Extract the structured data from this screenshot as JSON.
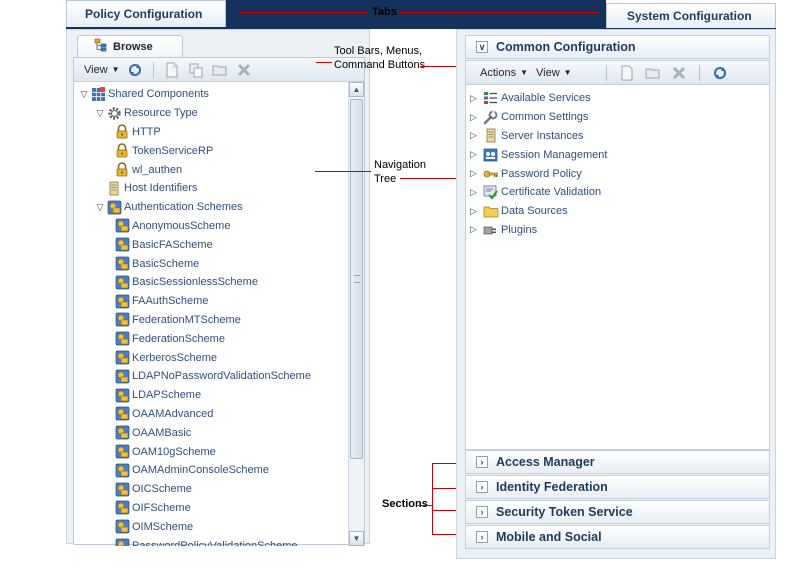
{
  "tabs": {
    "policy": "Policy Configuration",
    "system": "System Configuration"
  },
  "left": {
    "browse_tab": "Browse",
    "toolbar": {
      "view": "View"
    },
    "tree": [
      {
        "level": 0,
        "disc": "▽",
        "icon": "grid-icon",
        "label": "Shared Components"
      },
      {
        "level": 1,
        "disc": "▽",
        "icon": "gear-icon",
        "label": "Resource Type"
      },
      {
        "level": 2,
        "disc": "",
        "icon": "lock-icon",
        "label": "HTTP"
      },
      {
        "level": 2,
        "disc": "",
        "icon": "lock-icon",
        "label": "TokenServiceRP"
      },
      {
        "level": 2,
        "disc": "",
        "icon": "lock-icon",
        "label": "wl_authen"
      },
      {
        "level": 1,
        "disc": "",
        "icon": "server-icon",
        "label": "Host Identifiers"
      },
      {
        "level": 1,
        "disc": "▽",
        "icon": "scheme-icon",
        "label": "Authentication Schemes"
      },
      {
        "level": 2,
        "disc": "",
        "icon": "scheme-icon",
        "label": "AnonymousScheme"
      },
      {
        "level": 2,
        "disc": "",
        "icon": "scheme-icon",
        "label": "BasicFAScheme"
      },
      {
        "level": 2,
        "disc": "",
        "icon": "scheme-icon",
        "label": "BasicScheme"
      },
      {
        "level": 2,
        "disc": "",
        "icon": "scheme-icon",
        "label": "BasicSessionlessScheme"
      },
      {
        "level": 2,
        "disc": "",
        "icon": "scheme-icon",
        "label": "FAAuthScheme"
      },
      {
        "level": 2,
        "disc": "",
        "icon": "scheme-icon",
        "label": "FederationMTScheme"
      },
      {
        "level": 2,
        "disc": "",
        "icon": "scheme-icon",
        "label": "FederationScheme"
      },
      {
        "level": 2,
        "disc": "",
        "icon": "scheme-icon",
        "label": "KerberosScheme"
      },
      {
        "level": 2,
        "disc": "",
        "icon": "scheme-icon",
        "label": "LDAPNoPasswordValidationScheme"
      },
      {
        "level": 2,
        "disc": "",
        "icon": "scheme-icon",
        "label": "LDAPScheme"
      },
      {
        "level": 2,
        "disc": "",
        "icon": "scheme-icon",
        "label": "OAAMAdvanced"
      },
      {
        "level": 2,
        "disc": "",
        "icon": "scheme-icon",
        "label": "OAAMBasic"
      },
      {
        "level": 2,
        "disc": "",
        "icon": "scheme-icon",
        "label": "OAM10gScheme"
      },
      {
        "level": 2,
        "disc": "",
        "icon": "scheme-icon",
        "label": "OAMAdminConsoleScheme"
      },
      {
        "level": 2,
        "disc": "",
        "icon": "scheme-icon",
        "label": "OICScheme"
      },
      {
        "level": 2,
        "disc": "",
        "icon": "scheme-icon",
        "label": "OIFScheme"
      },
      {
        "level": 2,
        "disc": "",
        "icon": "scheme-icon",
        "label": "OIMScheme"
      },
      {
        "level": 2,
        "disc": "",
        "icon": "scheme-icon",
        "label": "PasswordPolicyValidationScheme"
      }
    ]
  },
  "right": {
    "common_header": "Common Configuration",
    "toolbar": {
      "actions": "Actions",
      "view": "View"
    },
    "services": [
      {
        "icon": "list-icon",
        "label": "Available Services"
      },
      {
        "icon": "wrench-icon",
        "label": "Common Settings"
      },
      {
        "icon": "server-icon",
        "label": "Server Instances"
      },
      {
        "icon": "session-icon",
        "label": "Session Management"
      },
      {
        "icon": "key-icon",
        "label": "Password Policy"
      },
      {
        "icon": "certificate-icon",
        "label": "Certificate Validation"
      },
      {
        "icon": "folder-icon",
        "label": "Data Sources"
      },
      {
        "icon": "plugin-icon",
        "label": "Plugins"
      }
    ],
    "sections": [
      "Access Manager",
      "Identity Federation",
      "Security Token Service",
      "Mobile and Social"
    ]
  },
  "annotations": {
    "tabs": "Tabs",
    "toolbars_line1": "Tool Bars, Menus,",
    "toolbars_line2": "Command Buttons",
    "nav_line1": "Navigation",
    "nav_line2": "Tree",
    "sections": "Sections"
  },
  "colors": {
    "tab_strip": "#14325c",
    "link_text": "#2f4f7f",
    "annotation_line": "#cc0000"
  }
}
